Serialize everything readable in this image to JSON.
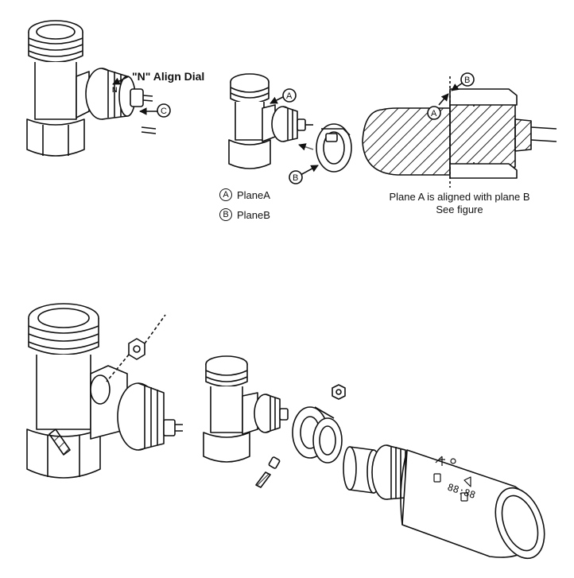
{
  "callouts": {
    "align_dial": "\"N\" Align Dial",
    "c": "C",
    "a": "A",
    "b": "B",
    "a_section": "A",
    "b_section": "B",
    "dial_mark": "N"
  },
  "legend": [
    {
      "letter": "A",
      "label": "PlaneA"
    },
    {
      "letter": "B",
      "label": "PlaneB"
    }
  ],
  "caption": {
    "line1": "Plane A is aligned with plane B",
    "line2": "See figure"
  },
  "display": {
    "digits": "88:88"
  }
}
